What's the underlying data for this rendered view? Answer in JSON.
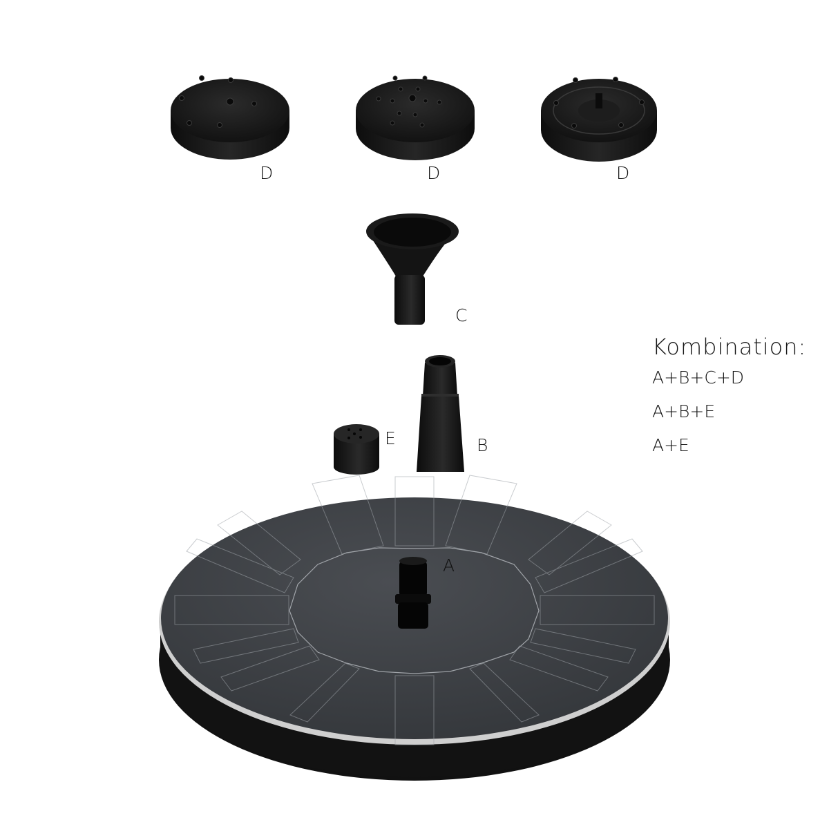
{
  "labels": {
    "d1": "D",
    "d2": "D",
    "d3": "D",
    "c": "C",
    "b": "B",
    "e": "E",
    "a": "A"
  },
  "combination": {
    "title": "Kombination:",
    "lines": [
      "A+B+C+D",
      "A+B+E",
      "A+E"
    ]
  },
  "parts": [
    {
      "id": "A",
      "name": "solar-panel-pump"
    },
    {
      "id": "B",
      "name": "extension-tube"
    },
    {
      "id": "C",
      "name": "funnel-nozzle"
    },
    {
      "id": "D",
      "name": "spray-head",
      "count": 3
    },
    {
      "id": "E",
      "name": "small-nozzle-cap"
    }
  ],
  "colors": {
    "background": "#ffffff",
    "part_black": "#1a1a1a",
    "panel_gray": "#3f4246",
    "panel_lines": "#b9bdc2",
    "foam": "#111111"
  }
}
